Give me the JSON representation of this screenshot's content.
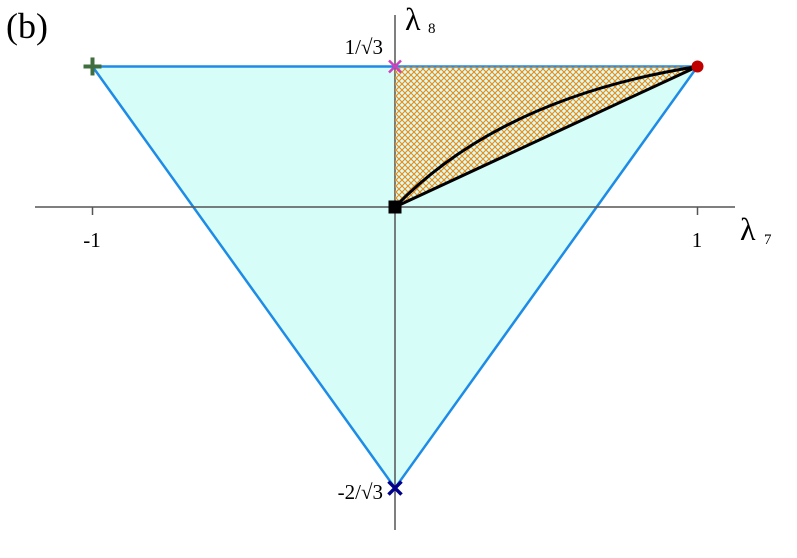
{
  "panel_label": "(b)",
  "axes": {
    "x_symbol": "λ",
    "x_subscript": "7",
    "y_symbol": "λ",
    "y_subscript": "8",
    "x_ticks": [
      "-1",
      "1"
    ],
    "y_tick_top": "1/√3",
    "y_tick_bottom": "-2/√3"
  },
  "colors": {
    "triangle_fill": "#d6fdf8",
    "triangle_edge": "#1e8ce6",
    "hatch": "#eb8a16",
    "curve": "#000000",
    "axis": "#555555",
    "plus_marker": "#3f6f3f",
    "magenta_x_marker": "#cf3fbf",
    "red_dot_marker": "#c00000",
    "blue_x_marker": "#00008b",
    "black_square_marker": "#000000"
  },
  "points": {
    "plus": [
      -1,
      0.5774
    ],
    "magenta_x": [
      0,
      0.5774
    ],
    "red_dot": [
      1,
      0.5774
    ],
    "origin_square": [
      0,
      0
    ],
    "blue_x": [
      0,
      -1.1547
    ]
  },
  "hatched_region": [
    [
      0,
      0
    ],
    [
      0,
      0.5774
    ],
    [
      1,
      0.5774
    ]
  ],
  "curve_control": [
    0.35,
    0.45
  ]
}
